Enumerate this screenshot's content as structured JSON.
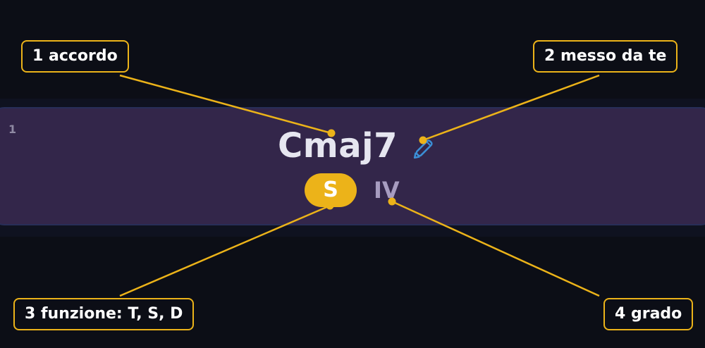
{
  "card": {
    "index": "1",
    "chord": "Cmaj7",
    "edit_icon": "pencil-icon",
    "function_badge": "S",
    "degree": "IV"
  },
  "callouts": [
    {
      "number": "1",
      "text": "1 accordo"
    },
    {
      "number": "2",
      "text": "2 messo da te"
    },
    {
      "number": "3",
      "text": "3 funzione: T, S, D"
    },
    {
      "number": "4",
      "text": "4 grado"
    }
  ],
  "colors": {
    "accent": "#ecb319",
    "card_background": "#33264a",
    "page_background": "#0c0e16",
    "pencil": "#3b8fd6"
  }
}
